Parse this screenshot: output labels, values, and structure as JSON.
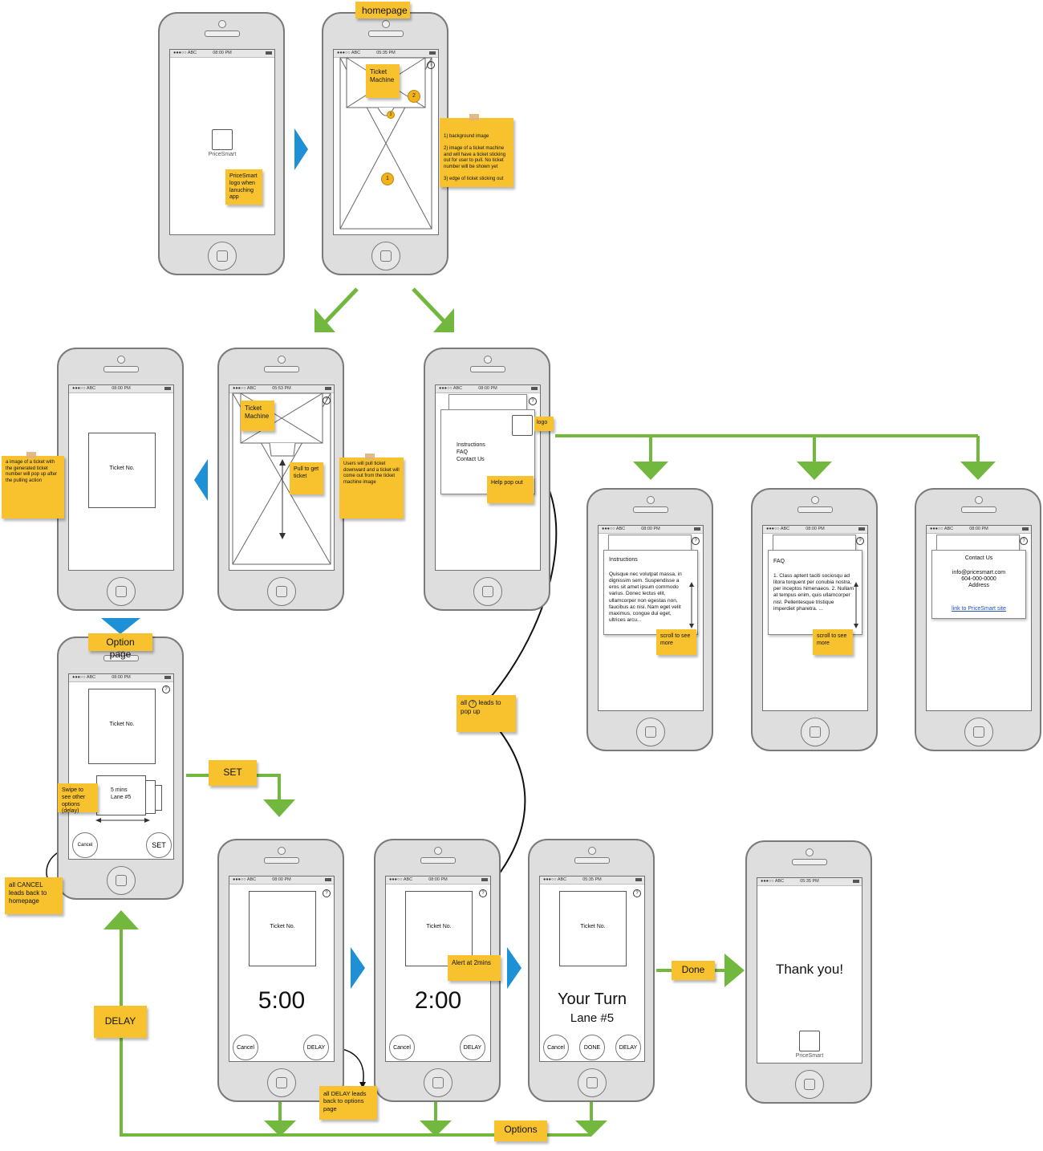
{
  "colors": {
    "flow_arrow": "#72b83e",
    "step_arrow": "#1e90d6",
    "sticky": "#f7c22e",
    "connector": "#111111"
  },
  "splash": {
    "carrier": "●●●○○ ABC",
    "time": "08:00 PM",
    "logo_caption": "PriceSmart",
    "note": "PriceSmart logo when lanuching app"
  },
  "homepage": {
    "label": "homepage",
    "carrier": "●●●○○ ABC",
    "time": "05:35 PM",
    "machine_note": "Ticket Machine",
    "markers": [
      "1",
      "2",
      "3"
    ],
    "notes": "1) background image\n\n2) image of a ticket machine and will have a ticket sticking out for user to pull.  No ticket number will be shown yet\n\n3) edge of ticket sticking out"
  },
  "ticket_generated": {
    "carrier": "●●●○○ ABC",
    "time": "08:00 PM",
    "ticket_label": "Ticket No.",
    "note": "a image of a ticket with the generated ticket number will pop up after the pulling action"
  },
  "pull_screen": {
    "carrier": "●●●○○ ABC",
    "time": "05:53 PM",
    "machine_note": "Ticket Machine",
    "pull_note": "Pull to get ticket",
    "side_note": "Users will pull ticket downward and a ticket will come out from the ticket machine image"
  },
  "help_popup": {
    "carrier": "●●●○○ ABC",
    "time": "08:00 PM",
    "menu": [
      "Instructions",
      "FAQ",
      "Contact Us"
    ],
    "logo_note": "logo",
    "popup_note": "Help pop out"
  },
  "instructions": {
    "carrier": "●●●○○ ABC",
    "time": "08:00 PM",
    "title": "Instructions",
    "body": "Quisque nec volutpat massa, in dignissim sem. Suspendisse a eros sit amet ipsum commodo varius. Donec lectus elit, ullamcorper non egestas non, faucibus ac nisi. Nam eget velit maximus, congue dui eget, ultrices arcu...",
    "note": "scroll to see more"
  },
  "faq": {
    "carrier": "●●●○○ ABC",
    "time": "08:00 PM",
    "title": "FAQ",
    "body": "1. Class aptent taciti sociosqu ad litora torquent per conubia nostra, per inceptos himenaeos. 2. Nullam at tempus enim, quis ullamcorper nisl. Pellentesque tristique imperdiet pharetra. ...",
    "note": "scroll to see more"
  },
  "contact": {
    "carrier": "●●●○○ ABC",
    "time": "08:00 PM",
    "title": "Contact Us",
    "email": "info@pricesmart.com",
    "phone": "604-000-0000",
    "address": "Address",
    "link": "link to PriceSmart site"
  },
  "option_page": {
    "label": "Option page",
    "carrier": "●●●○○ ABC",
    "time": "08:00 PM",
    "ticket_label": "Ticket No.",
    "card_line1": "5 mins",
    "card_line2": "Lane #5",
    "swipe_note": "Swipe to see other options (delay)",
    "cancel": "Cancel",
    "set": "SET",
    "cancel_note": "all CANCEL leads back to homepage"
  },
  "countdown5": {
    "carrier": "●●●○○ ABC",
    "time": "08:00 PM",
    "ticket_label": "Ticket No.",
    "timer": "5:00",
    "cancel": "Cancel",
    "delay": "DELAY"
  },
  "countdown2": {
    "carrier": "●●●○○ ABC",
    "time": "08:00 PM",
    "ticket_label": "Ticket No.",
    "timer": "2:00",
    "cancel": "Cancel",
    "delay": "DELAY",
    "alert_note": "Alert at 2mins"
  },
  "your_turn": {
    "carrier": "●●●○○ ABC",
    "time": "05:35 PM",
    "ticket_label": "Ticket No.",
    "line1": "Your Turn",
    "line2": "Lane #5",
    "cancel": "Cancel",
    "done": "DONE",
    "delay": "DELAY"
  },
  "thank_you": {
    "carrier": "●●●○○ ABC",
    "time": "05:35 PM",
    "message": "Thank you!",
    "logo_caption": "PriceSmart"
  },
  "labels": {
    "set": "SET",
    "delay": "DELAY",
    "done": "Done",
    "options": "Options",
    "help_leads_pre": "all",
    "help_leads_post": "leads to pop up",
    "delay_leads": "all DELAY leads back to options page",
    "help_glyph": "?"
  }
}
